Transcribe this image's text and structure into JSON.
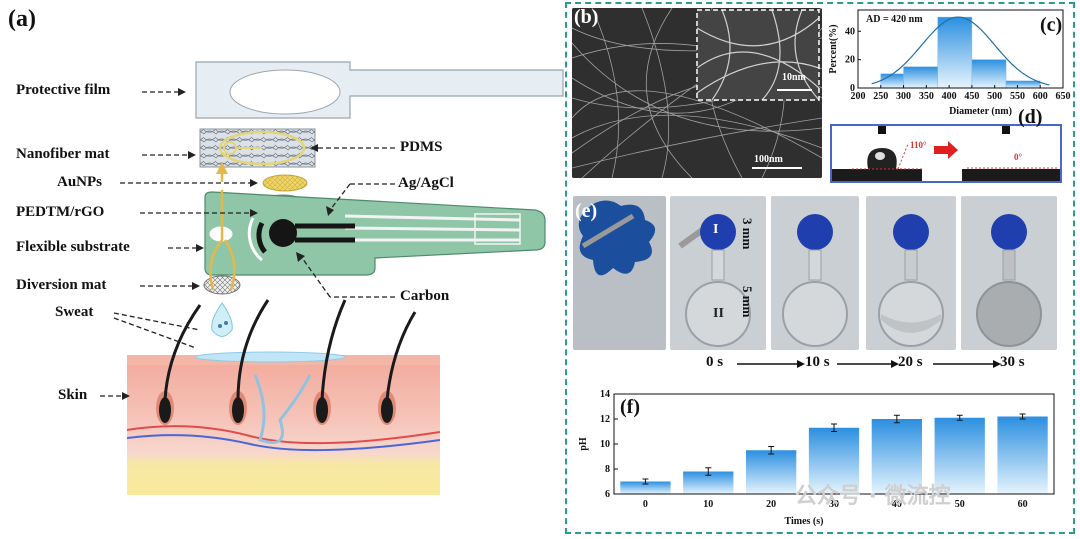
{
  "panels": {
    "a": "(a)",
    "b": "(b)",
    "c": "(c)",
    "d": "(d)",
    "e": "(e)",
    "f": "(f)"
  },
  "layers_left": [
    "Protective film",
    "Nanofiber mat",
    "AuNPs",
    "PEDTM/rGO",
    "Flexible substrate",
    "Diversion mat",
    "Sweat",
    "Skin"
  ],
  "layers_right": [
    "PDMS",
    "Ag/AgCl",
    "Carbon"
  ],
  "sem": {
    "scale_main": "100nm",
    "scale_inset": "10nm"
  },
  "contact_angle": {
    "left": "110°",
    "right": "0°"
  },
  "microfluidic": {
    "labels": {
      "zone1": "I",
      "zone2": "II",
      "dim1": "3 mm",
      "dim2": "5 mm"
    },
    "times": [
      "0 s",
      "10 s",
      "20 s",
      "30 s"
    ]
  },
  "watermark": "公众号 · 微流控",
  "chart_data": [
    {
      "panel": "c",
      "type": "bar",
      "annotation": "AD = 420 nm",
      "xlabel": "Diameter (nm)",
      "ylabel": "Percent(%)",
      "x_ticks": [
        200,
        250,
        300,
        350,
        400,
        450,
        500,
        550,
        600,
        650
      ],
      "y_ticks": [
        0,
        20,
        40
      ],
      "xlim": [
        200,
        650
      ],
      "ylim": [
        0,
        55
      ],
      "bins": [
        [
          250,
          300
        ],
        [
          300,
          375
        ],
        [
          375,
          450
        ],
        [
          450,
          525
        ],
        [
          525,
          600
        ]
      ],
      "values": [
        10,
        15,
        50,
        20,
        5
      ],
      "fit_curve": "gaussian"
    },
    {
      "panel": "f",
      "type": "bar",
      "xlabel": "Times (s)",
      "ylabel": "pH",
      "categories": [
        "0",
        "10",
        "20",
        "30",
        "40",
        "50",
        "60"
      ],
      "values": [
        7.0,
        7.8,
        9.5,
        11.3,
        12.0,
        12.1,
        12.2
      ],
      "errors": [
        0.2,
        0.3,
        0.3,
        0.3,
        0.3,
        0.2,
        0.2
      ],
      "y_ticks": [
        6,
        8,
        10,
        12,
        14
      ],
      "ylim": [
        6,
        14
      ]
    }
  ]
}
